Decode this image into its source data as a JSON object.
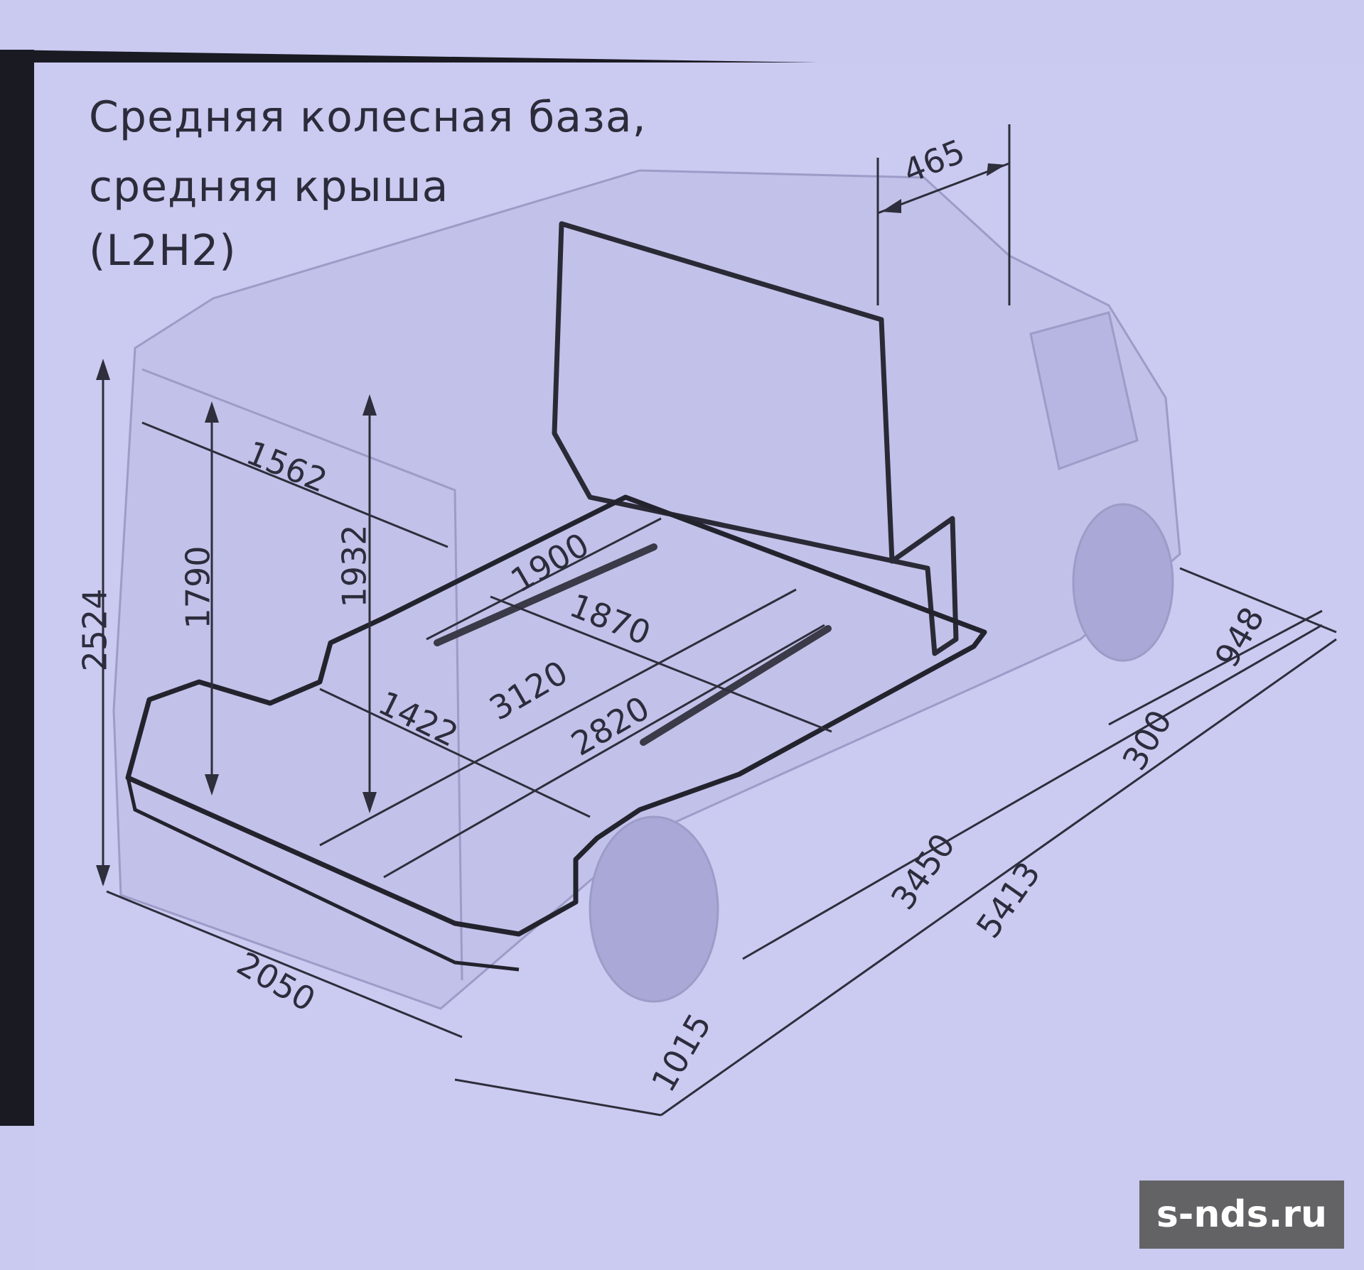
{
  "title": {
    "line1": "Средняя колесная база,",
    "line2": "средняя крыша",
    "line3": "(L2H2)"
  },
  "dimensions": {
    "roof_overhang": "465",
    "interior_width": "1562",
    "door_height": "1790",
    "interior_height": "1932",
    "overall_height": "2524",
    "width_wheel_arches": "1900",
    "floor_width": "1870",
    "door_width": "1422",
    "floor_length": "3120",
    "cargo_length": "2820",
    "front_overhang": "948",
    "cab_offset": "300",
    "wheelbase": "3450",
    "overall_length": "5413",
    "overall_width": "2050",
    "rear_overhang": "1015"
  },
  "watermark": "s-nds.ru",
  "colors": {
    "background": "#c9c8ee",
    "line": "#2a2a36",
    "frame": "#15151c",
    "watermark_bg": "#636366"
  }
}
